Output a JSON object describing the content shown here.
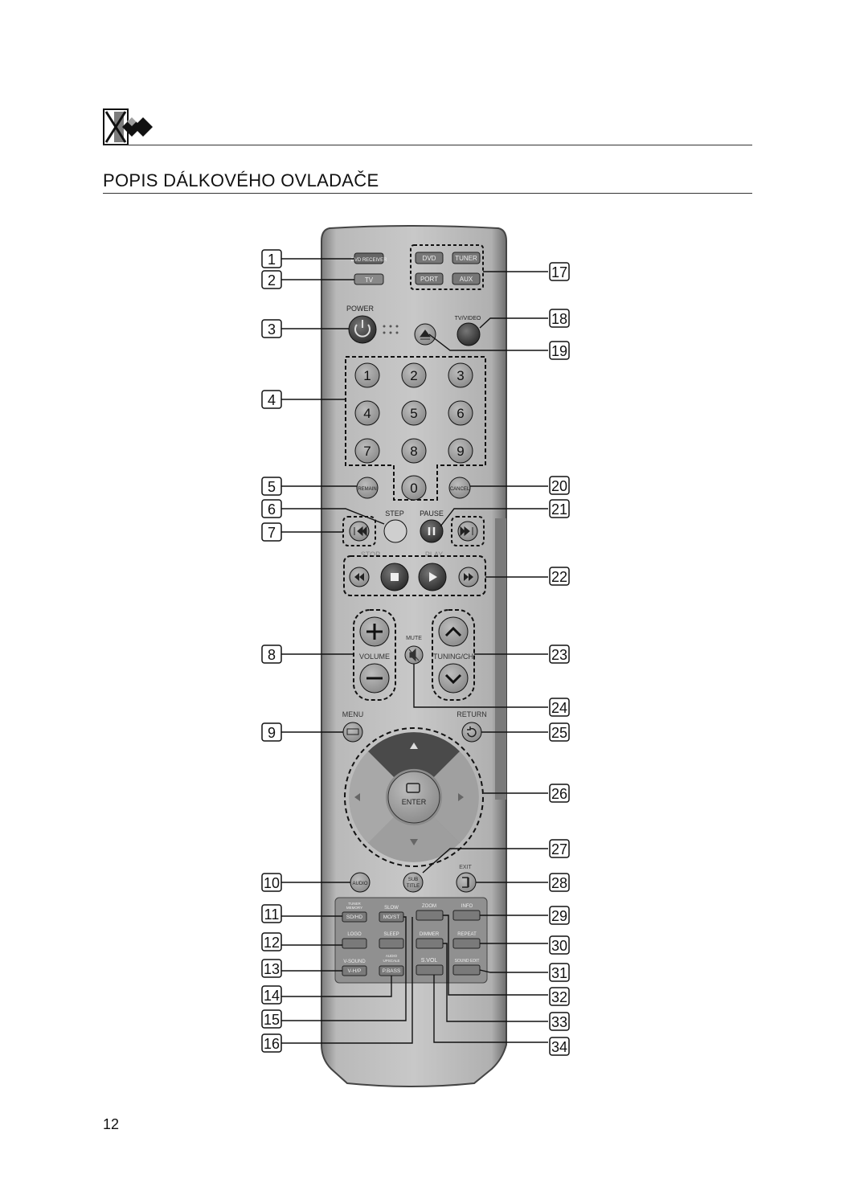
{
  "page": {
    "title": "POPIS DÁLKOVÉHO OVLADAČE",
    "page_number": "12"
  },
  "remote": {
    "top": {
      "dvd_receiver": "DVD RECEIVER",
      "tv": "TV",
      "dvd": "DVD",
      "tuner": "TUNER",
      "port": "PORT",
      "aux": "AUX"
    },
    "power": {
      "power_label": "POWER",
      "tv_video_label": "TV/VIDEO"
    },
    "digits": [
      "1",
      "2",
      "3",
      "4",
      "5",
      "6",
      "7",
      "8",
      "9",
      "0"
    ],
    "remain": "REMAIN",
    "cancel": "CANCEL",
    "transport": {
      "step": "STEP",
      "pause": "PAUSE",
      "stop": "STOP",
      "play": "PLAY"
    },
    "volume": {
      "volume_label": "VOLUME",
      "mute_label": "MUTE",
      "tuning_label": "TUNING/CH"
    },
    "menu": {
      "menu_label": "MENU",
      "return_label": "RETURN"
    },
    "nav": {
      "enter": "ENTER"
    },
    "lower": {
      "audio": "AUDIO",
      "subtitle_1": "SUB",
      "subtitle_2": "TITLE",
      "exit_label": "EXIT",
      "tuner_memory_1": "TUNER",
      "tuner_memory_2": "MEMORY",
      "sd_hd": "SD/HD",
      "slow": "SLOW",
      "mo_st": "MO/ST",
      "zoom": "ZOOM",
      "info": "INFO",
      "logo": "LOGO",
      "sleep": "SLEEP",
      "dimmer": "DIMMER",
      "repeat": "REPEAT",
      "v_sound": "V-SOUND",
      "audio_upscale_1": "AUDIO",
      "audio_upscale_2": "UPSCALE",
      "s_vol": "S.VOL",
      "sound_edit": "SOUND EDIT",
      "v_hp": "V-H/P",
      "p_bass": "P.BASS"
    }
  },
  "callouts_left": [
    "1",
    "2",
    "3",
    "4",
    "5",
    "6",
    "7",
    "8",
    "9",
    "10",
    "11",
    "12",
    "13",
    "14",
    "15",
    "16"
  ],
  "callouts_right": [
    "17",
    "18",
    "19",
    "20",
    "21",
    "22",
    "23",
    "24",
    "25",
    "26",
    "27",
    "28",
    "29",
    "30",
    "31",
    "32",
    "33",
    "34"
  ]
}
